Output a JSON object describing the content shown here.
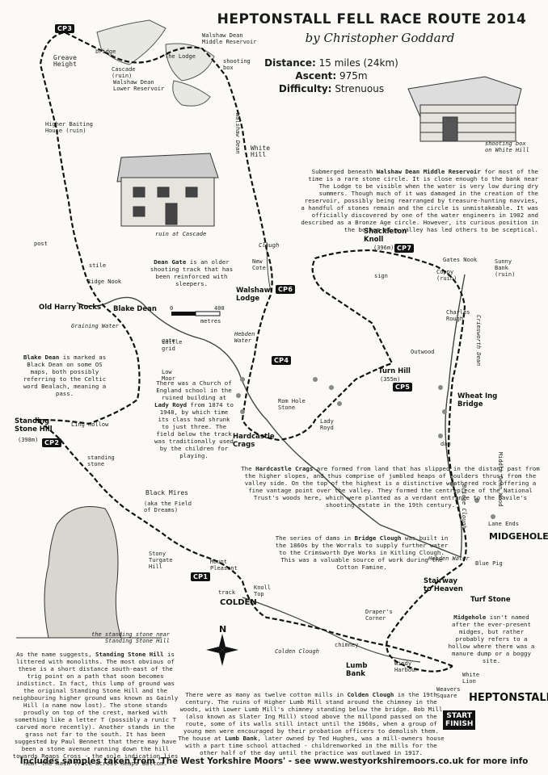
{
  "title": "HEPTONSTALL FELL RACE ROUTE 2014",
  "author": "by Christopher Goddard",
  "stats": {
    "distance_label": "Distance:",
    "distance": "15 miles (24km)",
    "ascent_label": "Ascent:",
    "ascent": "975m",
    "difficulty_label": "Difficulty:",
    "difficulty": "Strenuous"
  },
  "checkpoints": [
    "CP1",
    "CP2",
    "CP3",
    "CP4",
    "CP5",
    "CP6",
    "CP7"
  ],
  "start_finish": [
    "START",
    "FINISH"
  ],
  "places": {
    "heptonstall": "HEPTONSTALL",
    "midgehole": "MIDGEHOLE",
    "colden": "COLDEN",
    "blake_dean": "Blake Dean",
    "old_harry_rocks": "Old Harry Rocks",
    "standing_stone_hill": "Standing Stone Hill",
    "standing_stone_hill_ht": "(398m)",
    "walshaw_lodge": "Walshaw Lodge",
    "hardcastle_crags": "Hardcastle Crags",
    "shackleton_knoll": "Shackleton Knoll",
    "shackleton_knoll_ht": "(396m)",
    "turn_hill": "Turn Hill",
    "turn_hill_ht": "(355m)",
    "greave_height": "Greave Height",
    "white_hill": "White Hill",
    "black_mires": "Black Mires",
    "black_mires_note": "(aka the Field of Dreams)",
    "lumb_bank": "Lumb Bank",
    "stairway_heaven": "Stairway to Heaven",
    "turf_stone": "Turf Stone",
    "wheat_ing_bridge": "Wheat Ing Bridge",
    "charles_rough": "Charles Rough",
    "low_moor": "Low Moor",
    "new_cote": "New Cote",
    "rom_hole_stone": "Rom Hole Stone",
    "lady_royd": "Lady Royd",
    "ridge_nook": "Ridge Nook",
    "higher_baiting": "Higher Baiting House (ruin)",
    "stony_turgate": "Stony Turgate Hill",
    "mount_pleasant": "Mount Pleasant",
    "knoll_top": "Knoll Top",
    "drapers_corner": "Draper's Corner",
    "windy_harbour": "Windy Harbour",
    "weavers_square": "Weavers Square",
    "white_lion": "White Lion",
    "blue_pig": "Blue Pig",
    "lane_ends": "Lane Ends",
    "outwood": "Outwood",
    "sunny_bank": "Sunny Bank (ruin)",
    "coppy": "Coppy (ruin)",
    "gates_nook": "Gates Nook",
    "walshaw_middle": "Walshaw Dean Middle Reservoir",
    "walshaw_lower": "Walshaw Dean Lower Reservoir",
    "the_lodge": "The Lodge",
    "cascade": "Cascade (ruin)",
    "shooting_box": "shooting box",
    "standing_stone": "standing stone",
    "ling_hollow": "Ling Hollow",
    "middle_dean_wood": "Middle Dean Wood"
  },
  "water": {
    "hebden_water": "Hebden Water",
    "hebden_water2": "Hebden Water",
    "crimsworth_dean": "Crimsworth Dean",
    "graining_water": "Graining Water",
    "clough": "Clough",
    "colden_clough": "Colden Clough",
    "bridge_clough": "Bridge Clough",
    "walshaw_dean": "Walshaw Dean"
  },
  "small_labels": [
    "stile",
    "gate",
    "bridge",
    "post",
    "sign",
    "dam",
    "chimney",
    "track",
    "cattle grid"
  ],
  "captions": {
    "ruin_cascade": "ruin at Cascade",
    "shooting_box_caption": "shooting box on White Hill",
    "standing_stone_caption": "the standing stone near Standing Stone Hill"
  },
  "scale": {
    "zero": "0",
    "max": "400",
    "unit": "metres"
  },
  "compass": {
    "north": "N"
  },
  "paragraphs": {
    "walshaw_title": "Walshaw Dean Middle Reservoir",
    "walshaw_a": "Submerged beneath",
    "walshaw_b": "for most of the time is a rare stone circle. It is close enough to the bank near The Lodge to be visible when the water is very low during dry summers. Though much of it was damaged in the creation of the reservoir, possibly being rearranged by treasure-hunting navvies, a handful of stones remain and the circle is unmistakeable. It was officially discovered by one of the water engineers in 1902 and described as a Bronze Age circle. However, its curious position in the bottom of a valley has led others to be sceptical.",
    "deangate_title": "Dean Gate",
    "deangate": "is an older shooting track that has been reinforced with sleepers.",
    "blakedean_title": "Blake Dean",
    "blakedean": "is marked as Black Dean on some OS maps, both possibly referring to the Celtic word Bealach, meaning a pass.",
    "church_a": "There was a Church of England school in the ruined building at",
    "church_title": "Lady Royd",
    "church_b": "from 1874 to 1948, by which time its class had shrunk to just three. The field below the track was traditionally used by the children for playing.",
    "crags_a": "The",
    "crags_title": "Hardcastle Crags",
    "crags_b": "are formed from land that has slipped in the distant past from the higher slopes, and thus comprise of jumbled heaps of boulders thrust from the valley side. On the top of the highest is a distinctive weathered rock offering a fine vantage point over the valley. They formed the centrepiece of the National Trust's woods here, which were planted as a verdant entrance to the Savile's shooting estate in the 19th century.",
    "dams_a": "The series of dams in",
    "dams_title": "Bridge Clough",
    "dams_b": "was built in the 1860s by the Worrals to supply further water to the Crimsworth Dye Works in Kitling Clough. This was a valuable source of work during the Cotton Famine.",
    "midgehole_title": "Midgehole",
    "midgehole": "isn't named after the ever-present midges, but rather probably refers to a hollow where there was a manure dump or a boggy site.",
    "standing_a": "As the name suggests,",
    "standing_title": "Standing Stone Hill",
    "standing_b": "is littered with monoliths. The most obvious of these is a short distance south-east of the trig point on a path that soon becomes indistinct. In fact, this lump of ground was the original Standing Stone Hill and the neighbouring higher ground was known as Gainly Hill (a name now lost). The stone stands proudly on top of the crest, marked with something like a letter T (possibly a runic T carved more recently). Another stands in the grass not far to the south. It has been suggested by Paul Bennett that there may have been a stone avenue running down the hill towards Reaps Cross - the sole indication lies near the main track across Reaps Bottom.",
    "mills_a": "There were as many as twelve cotton mills in",
    "mills_title": "Colden Clough",
    "mills_b": "in the 19th century. The ruins of Higher Lumb Mill stand around the chimney in the woods, with Lower Lumb Mill's chimney standing below the bridge. Bob Mill (also known as Slater Ing Mill) stood above the millpond passed on the route, some of its walls still intact until the 1960s, when a group of young men were encouraged by their probation officers to demolish them. The house at",
    "mills_lumb": "Lumb Bank",
    "mills_c": ", later owned by Ted Hughes, was a mill-owners house with a part time school attached - childrenworked in the mills for the other half of the day until the practice was outlawed in 1917."
  },
  "footer": "Includes samples taken from 'The West Yorkshire Moors' - see www.westyorkshiremoors.co.uk for more info"
}
